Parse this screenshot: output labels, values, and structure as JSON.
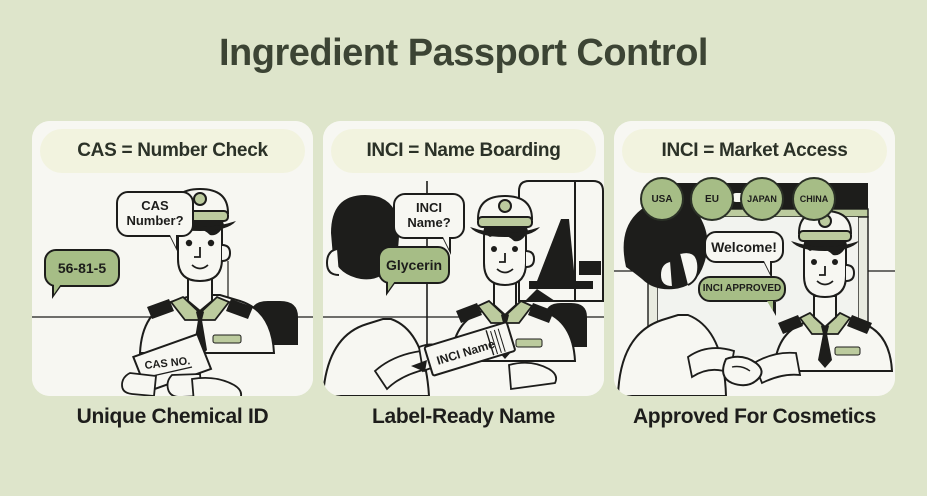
{
  "title": "Ingredient Passport Control",
  "theme": {
    "background": "#dee5cb",
    "card": "#f7f7f2",
    "header_pill": "#f2f3df",
    "accent_green": "#a6bd86",
    "ink": "#1d1d1b",
    "title_color": "#3c4434"
  },
  "panels": [
    {
      "id": "cas-number-check",
      "header": "CAS = Number Check",
      "caption": "Unique Chemical ID",
      "question_bubble": "CAS Number?",
      "answer_badge": "56-81-5",
      "document_label": "CAS NO.",
      "scene_items": [
        "officer",
        "document",
        "bottle",
        "counter"
      ]
    },
    {
      "id": "inci-name-boarding",
      "header": "INCI = Name Boarding",
      "caption": "Label-Ready Name",
      "question_bubble": "INCI Name?",
      "answer_badge": "Glycerin",
      "document_label": "INCI Name",
      "scene_items": [
        "traveler",
        "officer",
        "boarding-pass",
        "bottle",
        "airplane",
        "window",
        "counter"
      ]
    },
    {
      "id": "inci-market-access",
      "header": "INCI = Market Access",
      "caption": "Approved For Cosmetics",
      "welcome_bubble": "Welcome!",
      "approved_badge": "INCI APPROVED",
      "market_badges": [
        "USA",
        "EU",
        "JAPAN",
        "CHINA"
      ],
      "scene_items": [
        "traveler",
        "officer",
        "handshake",
        "booth",
        "bottle",
        "counter"
      ]
    }
  ]
}
